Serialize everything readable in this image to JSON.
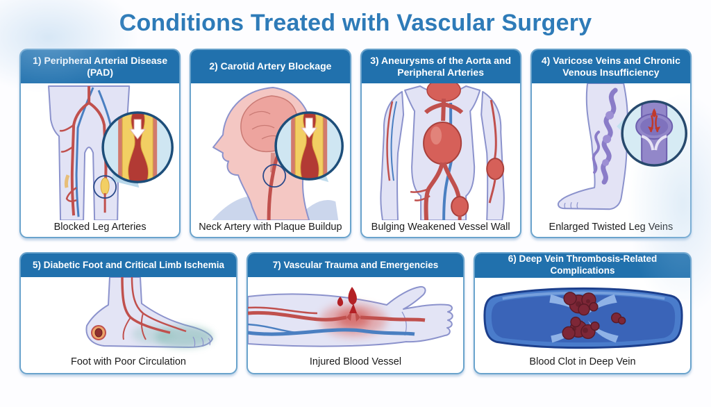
{
  "title": "Conditions Treated with Vascular Surgery",
  "colors": {
    "title_blue": "#2e7bb8",
    "panel_header_blue": "#2171ad",
    "panel_border_blue": "#6aa3cc",
    "artery_red": "#c0504d",
    "vein_blue": "#4a7fc1",
    "plaque_yellow": "#f2cf63",
    "clot_dark_red": "#7e2737",
    "varicose_purple": "#8a7cc8",
    "skin_lavender": "#e2e3f5",
    "skin_pink": "#f4c7c3",
    "magnifier_fill": "#cfe6f2",
    "magnifier_ring": "#1d4e7a",
    "caption_text": "#1b1b1b"
  },
  "panels": [
    {
      "header": "1) Peripheral Arterial Disease (PAD)",
      "caption": "Blocked Leg Arteries",
      "illustration": "legs-with-blocked-artery-magnifier"
    },
    {
      "header": "2) Carotid Artery Blockage",
      "caption": "Neck Artery with Plaque Buildup",
      "illustration": "head-profile-carotid-plaque-magnifier"
    },
    {
      "header": "3) Aneurysms of the Aorta and Peripheral Arteries",
      "caption": "Bulging Weakened Vessel Wall",
      "illustration": "torso-aortic-aneurysm"
    },
    {
      "header": "4) Varicose Veins and Chronic Venous Insufficiency",
      "caption": "Enlarged Twisted Leg Veins",
      "illustration": "leg-varicose-veins-valve-magnifier"
    },
    {
      "header": "5) Diabetic Foot and Critical Limb Ischemia",
      "caption": "Foot with Poor Circulation",
      "illustration": "diabetic-foot-poor-circulation"
    },
    {
      "header": "7) Vascular Trauma and Emergencies",
      "caption": "Injured Blood Vessel",
      "illustration": "forearm-bleeding-vessel"
    },
    {
      "header": "6) Deep Vein Thrombosis-Related Complications",
      "caption": "Blood Clot in Deep Vein",
      "illustration": "deep-vein-blood-clot"
    }
  ]
}
